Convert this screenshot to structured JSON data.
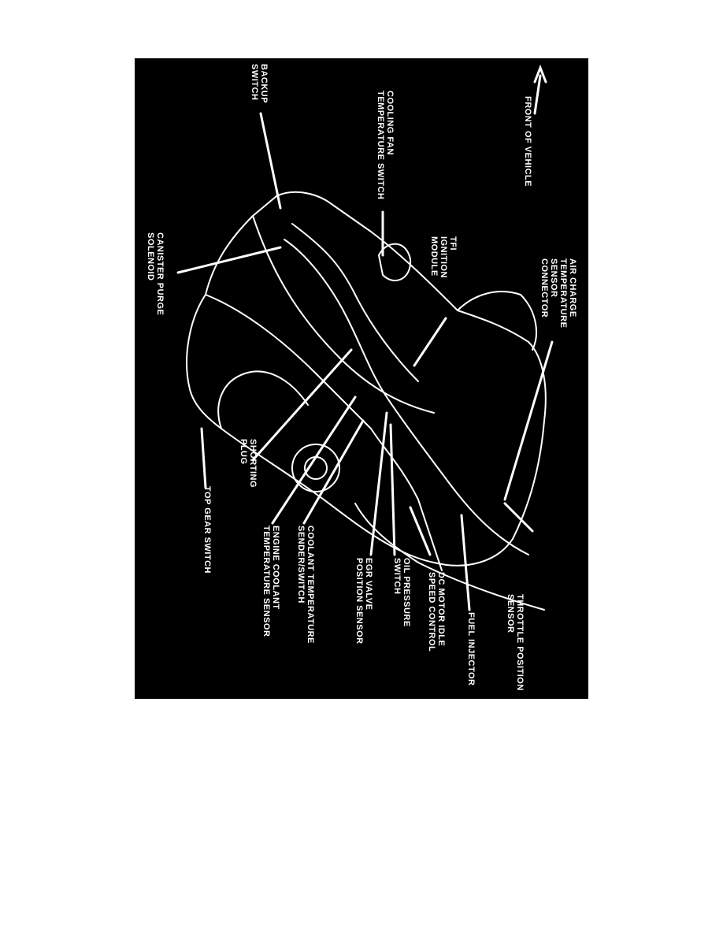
{
  "figure": {
    "background": "#000000",
    "line_color": "#ffffff"
  },
  "labels": {
    "front_of_vehicle": "FRONT OF VEHICLE",
    "backup_switch": "BACKUP\nSWITCH",
    "cooling_fan_switch": "COOLING FAN\nTEMPERATURE SWITCH",
    "canister_purge": "CANISTER PURGE\nSOLENOID",
    "tfi_module": "TFI\nIGNITION\nMODULE",
    "air_charge": "AIR CHARGE\nTEMPERATURE\nSENSOR\nCONNECTOR",
    "throttle_position": "THROTTLE POSITION\nSENSOR",
    "fuel_injector": "FUEL INJECTOR",
    "dc_motor": "DC MOTOR IDLE\nSPEED CONTROL",
    "oil_pressure": "OIL PRESSURE\nSWITCH",
    "egr_valve": "EGR VALVE\nPOSITION SENSOR",
    "coolant_temp_sender": "COOLANT TEMPERATURE\nSENDER/SWITCH",
    "engine_coolant": "ENGINE COOLANT\nTEMPERATURE SENSOR",
    "shorting_plug": "SHORTING\nPLUG",
    "top_gear_switch": "TOP GEAR SWITCH"
  }
}
